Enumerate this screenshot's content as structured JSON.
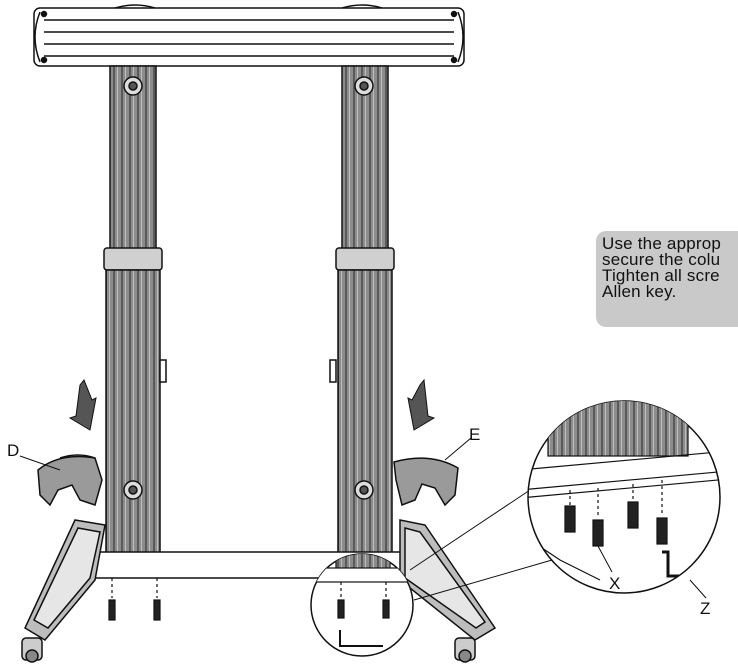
{
  "instruction": {
    "lines": [
      "Use the approp",
      "secure the colu",
      "Tighten all scre",
      "Allen key."
    ]
  },
  "labels": {
    "d": "D",
    "e": "E",
    "x": "X",
    "z": "Z"
  },
  "colors": {
    "ink": "#111111",
    "column_fill": "#8c8c8c",
    "column_groove": "#5a5a5a",
    "note_bg": "#c9c9c9",
    "cover_fill": "#9a9a9a"
  }
}
